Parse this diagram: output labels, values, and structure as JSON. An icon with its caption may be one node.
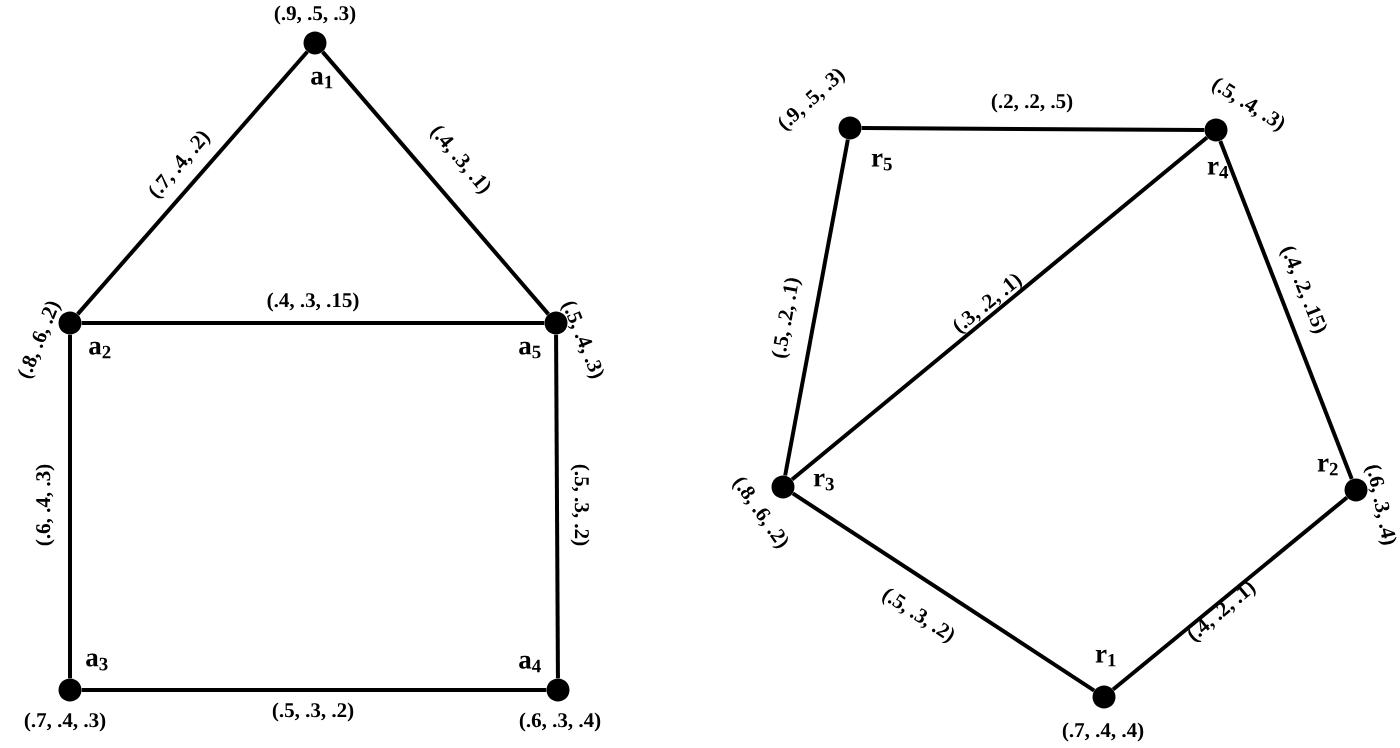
{
  "diagram": {
    "nodes": [
      {
        "text": [
          "a$_{1}$"
        ],
        "beside": [
          "(.9, .5, .3)"
        ]
      },
      {
        "text": [
          "a$_{2}$"
        ],
        "beside": [
          "(.8, .6, .2)"
        ]
      },
      {
        "text": [
          "a$_{3}$"
        ],
        "beside": [
          "(.7, .4, .3)"
        ]
      },
      {
        "text": [
          "a$_{4}$"
        ],
        "beside": [
          "(.6, .3, .4)"
        ]
      },
      {
        "text": [
          "a$_{5}$"
        ],
        "beside": [
          "(.5, .4, .3)"
        ]
      },
      {
        "text": [
          "r$_{1}$"
        ],
        "beside": [
          "(.7, .4, .4)"
        ]
      },
      {
        "text": [
          "r$_{2}$"
        ],
        "beside": [
          "(.6, .3, .4)"
        ]
      },
      {
        "text": [
          "r$_{3}$"
        ],
        "beside": [
          "(.8, .6, .2)"
        ]
      },
      {
        "text": [
          "r$_{4}$"
        ],
        "beside": [
          "(.5, .4, .3)"
        ]
      },
      {
        "text": [
          "r$_{5}$"
        ],
        "beside": [
          "(.9, .5, .3)"
        ]
      }
    ],
    "edges": [
      {
        "from": 1,
        "to": 0,
        "arrow": "none",
        "label": "(.7, .4, .2)"
      },
      {
        "from": 0,
        "to": 4,
        "arrow": "none",
        "label": "(.4, .3, .1)"
      },
      {
        "from": 1,
        "to": 4,
        "arrow": "none",
        "label": "(.4, .3, .15)"
      },
      {
        "from": 1,
        "to": 2,
        "arrow": "none",
        "label": "(.6, .4, .3)"
      },
      {
        "from": 4,
        "to": 3,
        "arrow": "none",
        "label": "(.5, .3, .2)"
      },
      {
        "from": 2,
        "to": 3,
        "arrow": "none",
        "label": "(.5, .3, .2)"
      },
      {
        "from": 9,
        "to": 8,
        "arrow": "none",
        "label": "(.2, .2, .5)"
      },
      {
        "from": 9,
        "to": 7,
        "arrow": "none",
        "label": "(.5, .2, .1)"
      },
      {
        "from": 7,
        "to": 8,
        "arrow": "none",
        "label": "(.3, .2, .1)"
      },
      {
        "from": 8,
        "to": 6,
        "arrow": "none",
        "label": "(.4, .2, .15)"
      },
      {
        "from": 7,
        "to": 5,
        "arrow": "none",
        "label": "(.5, .3, .2)"
      },
      {
        "from": 5,
        "to": 6,
        "arrow": "none",
        "label": "(.4, .2, .1)"
      }
    ]
  }
}
